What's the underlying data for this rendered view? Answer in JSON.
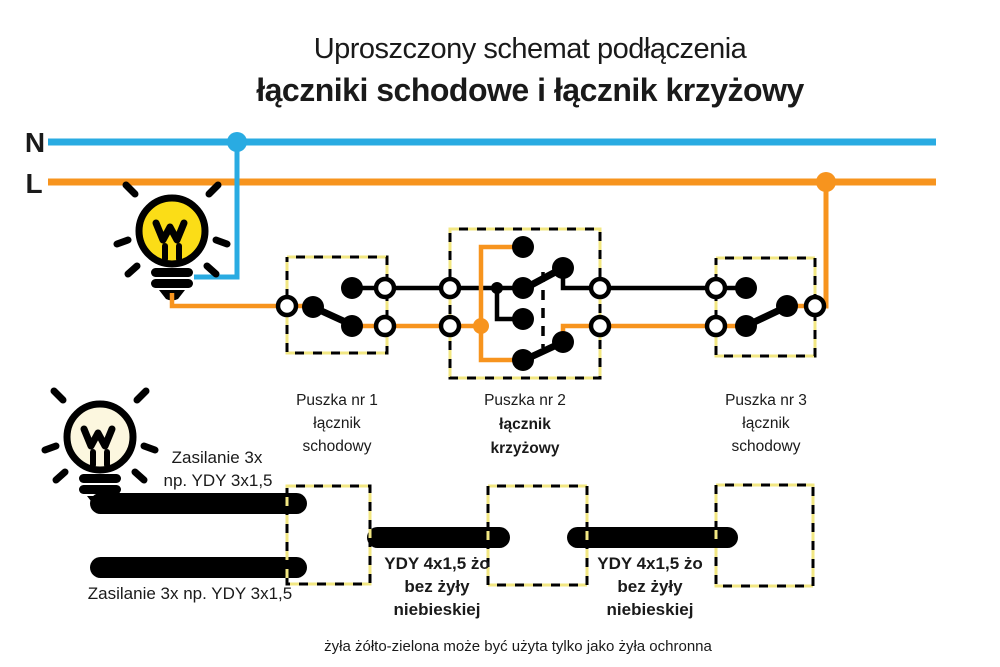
{
  "title": {
    "line1": "Uproszczony schemat podłączenia",
    "line2": "łączniki schodowe i łącznik krzyżowy"
  },
  "power_lines": {
    "neutral_label": "N",
    "phase_label": "L"
  },
  "colors": {
    "neutral_blue": "#29ABE2",
    "phase_orange": "#F7941E",
    "bulb_yellow": "#FBDD17",
    "bulb_pale": "#FCF7DF",
    "dash_yellow": "#F2E783",
    "wire_black": "#000000"
  },
  "icons": {
    "lamp_top": "lightbulb-icon",
    "lamp_bottom": "lightbulb-icon"
  },
  "boxes": [
    {
      "line1": "Puszka nr 1",
      "line2": "łącznik",
      "line3": "schodowy"
    },
    {
      "line1": "Puszka nr 2",
      "line2": "łącznik",
      "line3": "krzyżowy"
    },
    {
      "line1": "Puszka nr 3",
      "line2": "łącznik",
      "line3": "schodowy"
    }
  ],
  "cables": {
    "supply_top": {
      "line1": "Zasilanie 3x",
      "line2": "np. YDY 3x1,5"
    },
    "supply_bottom": "Zasilanie 3x np. YDY 3x1,5",
    "ydy": {
      "line1": "YDY 4x1,5 żo",
      "line2": "bez żyły",
      "line3": "niebieskiej"
    }
  },
  "footnote": "żyła żółto-zielona może być użyta tylko jako żyła ochronna"
}
